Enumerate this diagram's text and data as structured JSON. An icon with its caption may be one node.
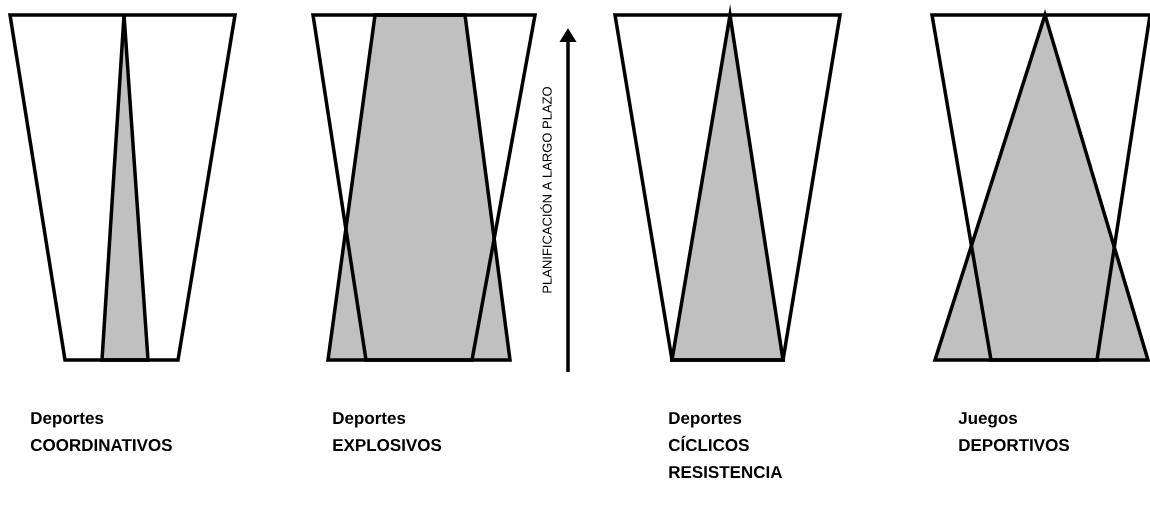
{
  "diagram": {
    "labels": [
      "PLANIFICACIÓN A LARGO PLAZO",
      "Deportes COORDINATIVOS",
      "Deportes EXPLOSIVOS",
      "Deportes CÍCLICOS RESISTENCIA",
      "Juegos DEPORTIVOS"
    ]
  }
}
